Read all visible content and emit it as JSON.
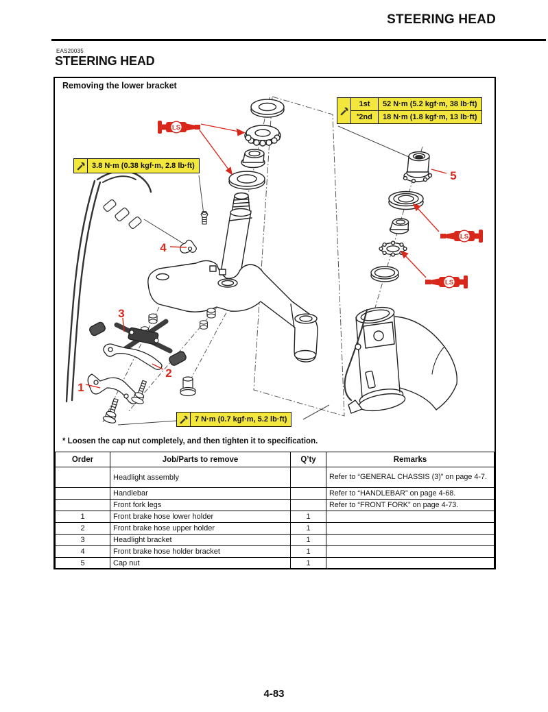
{
  "page": {
    "running_header": "STEERING HEAD",
    "section_code": "EAS20035",
    "title": "STEERING HEAD",
    "page_number": "4-83"
  },
  "figure": {
    "title": "Removing the lower bracket",
    "footnote": "* Loosen the cap nut completely, and then tighten it to specification.",
    "grease_label": "LS",
    "torque_specs": {
      "upper_left": "3.8 N·m (0.38 kgf·m, 2.8 lb·ft)",
      "holder_bolt": "7 N·m (0.7 kgf·m, 5.2 lb·ft)",
      "cap_nut": {
        "rows": [
          {
            "prefix": "",
            "label": "1st",
            "value": "52 N·m (5.2 kgf·m, 38 lb·ft)"
          },
          {
            "prefix": "*",
            "label": "2nd",
            "value": "18 N·m (1.8 kgf·m, 13 lb·ft)"
          }
        ]
      }
    },
    "callouts": {
      "c1": "1",
      "c2": "2",
      "c3": "3",
      "c4": "4",
      "c5": "5"
    }
  },
  "table": {
    "headers": [
      "Order",
      "Job/Parts to remove",
      "Q’ty",
      "Remarks"
    ],
    "rows": [
      {
        "order": "",
        "job": "Headlight assembly",
        "qty": "",
        "remarks": "Refer to “GENERAL CHASSIS (3)” on page 4-7."
      },
      {
        "order": "",
        "job": "Handlebar",
        "qty": "",
        "remarks": "Refer to “HANDLEBAR” on page 4-68."
      },
      {
        "order": "",
        "job": "Front fork legs",
        "qty": "",
        "remarks": "Refer to “FRONT FORK” on page 4-73."
      },
      {
        "order": "1",
        "job": "Front brake hose lower holder",
        "qty": "1",
        "remarks": ""
      },
      {
        "order": "2",
        "job": "Front brake hose upper holder",
        "qty": "1",
        "remarks": ""
      },
      {
        "order": "3",
        "job": "Headlight bracket",
        "qty": "1",
        "remarks": ""
      },
      {
        "order": "4",
        "job": "Front brake hose holder bracket",
        "qty": "1",
        "remarks": ""
      },
      {
        "order": "5",
        "job": "Cap nut",
        "qty": "1",
        "remarks": ""
      }
    ]
  },
  "colors": {
    "accent_red": "#d8281c",
    "spec_yellow": "#f3e63c"
  }
}
